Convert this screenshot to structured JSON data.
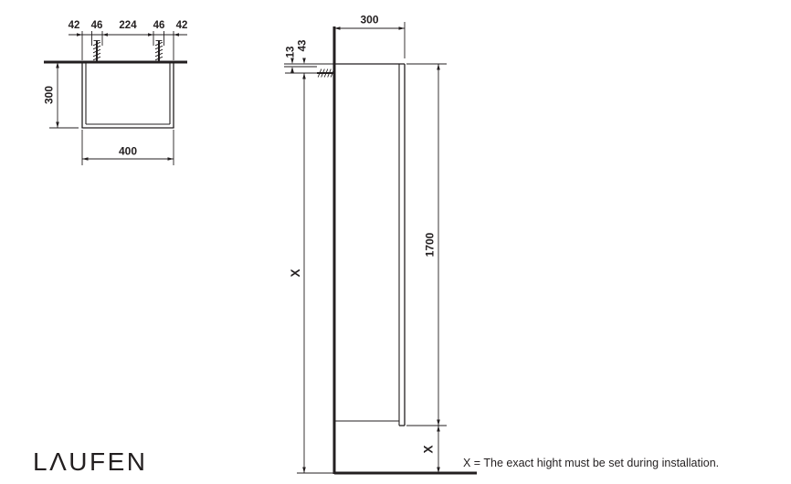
{
  "colors": {
    "ink": "#231f20",
    "background": "#ffffff"
  },
  "logo": {
    "text": "LΛUFEN"
  },
  "note": {
    "text": "X = The exact hight must be set during installation."
  },
  "top_view": {
    "spacing_dims": [
      "42",
      "46",
      "224",
      "46",
      "42"
    ],
    "depth": "300",
    "width": "400"
  },
  "side_view": {
    "top_depth": "300",
    "screw_offset_a": "43",
    "screw_offset_b": "13",
    "cabinet_height": "1700",
    "install_height": "X",
    "bottom_gap": "X"
  }
}
